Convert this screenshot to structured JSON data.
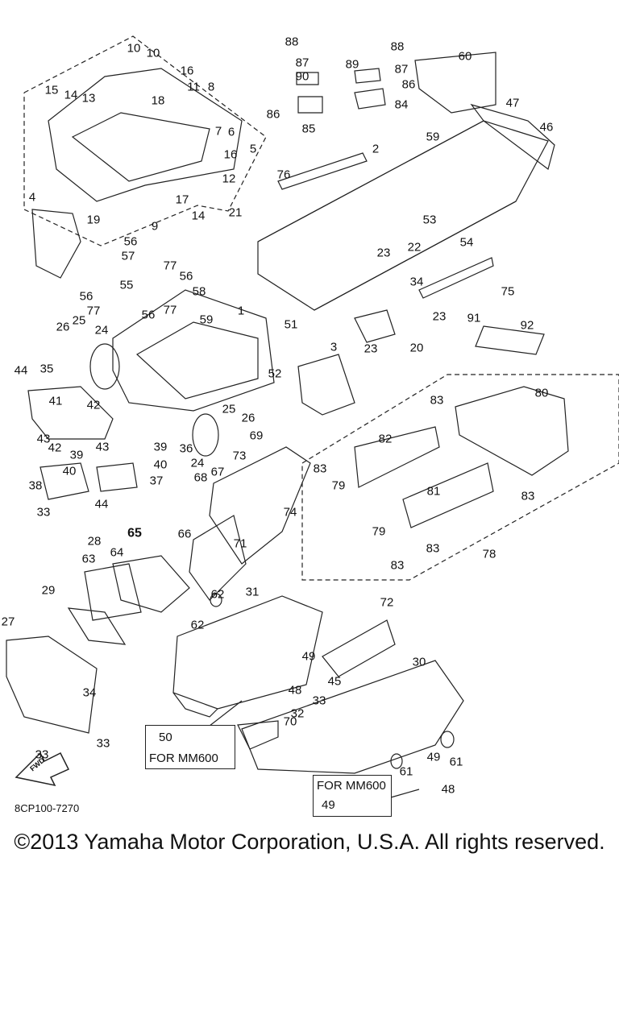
{
  "diagram_code": "8CP100-7270",
  "copyright": "©2013 Yamaha Motor Corporation, U.S.A. All rights reserved.",
  "fwd_label": "FWD",
  "notes": [
    {
      "text": "FOR MM600",
      "part": "50"
    },
    {
      "text": "FOR MM600",
      "part": "49"
    }
  ],
  "callouts": [
    "10",
    "10",
    "15",
    "14",
    "13",
    "16",
    "11",
    "18",
    "8",
    "6",
    "7",
    "16",
    "5",
    "12",
    "17",
    "9",
    "14",
    "21",
    "4",
    "19",
    "88",
    "87",
    "90",
    "86",
    "85",
    "88",
    "87",
    "89",
    "86",
    "84",
    "60",
    "47",
    "46",
    "59",
    "2",
    "76",
    "53",
    "22",
    "23",
    "54",
    "34",
    "75",
    "23",
    "20",
    "23",
    "56",
    "57",
    "77",
    "56",
    "58",
    "55",
    "56",
    "77",
    "77",
    "56",
    "59",
    "1",
    "26",
    "25",
    "24",
    "51",
    "3",
    "52",
    "44",
    "35",
    "41",
    "42",
    "43",
    "43",
    "36",
    "24",
    "25",
    "26",
    "39",
    "40",
    "42",
    "39",
    "40",
    "37",
    "38",
    "44",
    "33",
    "28",
    "91",
    "92",
    "83",
    "80",
    "82",
    "81",
    "83",
    "79",
    "83",
    "79",
    "83",
    "78",
    "83",
    "69",
    "73",
    "67",
    "68",
    "74",
    "66",
    "71",
    "65",
    "64",
    "63",
    "29",
    "27",
    "34",
    "33",
    "33",
    "62",
    "31",
    "62",
    "72",
    "30",
    "49",
    "48",
    "45",
    "33",
    "32",
    "70",
    "49",
    "61",
    "61",
    "48"
  ]
}
